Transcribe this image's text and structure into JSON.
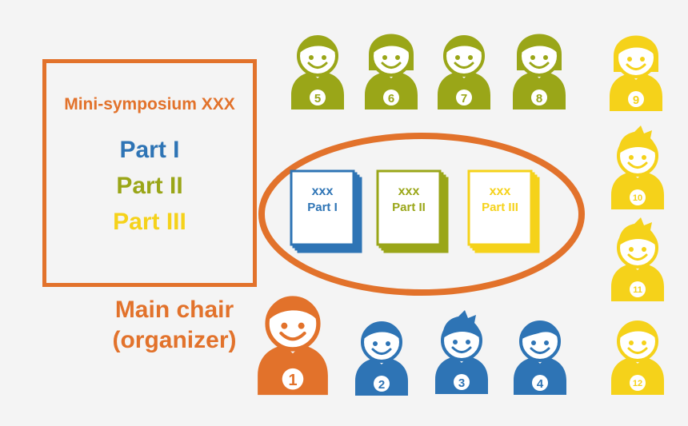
{
  "colors": {
    "orange": "#e2722b",
    "blue": "#2e74b5",
    "green": "#9aa618",
    "yellow": "#f5d21a"
  },
  "panel": {
    "title": "Mini-symposium XXX",
    "parts": [
      {
        "label": "Part I",
        "color": "#2e74b5"
      },
      {
        "label": "Part II",
        "color": "#9aa618"
      },
      {
        "label": "Part III",
        "color": "#f5d21a"
      }
    ]
  },
  "chair_label": {
    "line1": "Main chair",
    "line2": "(organizer)"
  },
  "documents": [
    {
      "title": "xxx",
      "subtitle": "Part I",
      "color": "#2e74b5"
    },
    {
      "title": "xxx",
      "subtitle": "Part II",
      "color": "#9aa618"
    },
    {
      "title": "xxx",
      "subtitle": "Part III",
      "color": "#f5d21a"
    }
  ],
  "people": [
    {
      "number": "1",
      "color": "#e2722b",
      "hair": "short"
    },
    {
      "number": "2",
      "color": "#2e74b5",
      "hair": "short"
    },
    {
      "number": "3",
      "color": "#2e74b5",
      "hair": "spiky"
    },
    {
      "number": "4",
      "color": "#2e74b5",
      "hair": "side"
    },
    {
      "number": "5",
      "color": "#9aa618",
      "hair": "short"
    },
    {
      "number": "6",
      "color": "#9aa618",
      "hair": "long"
    },
    {
      "number": "7",
      "color": "#9aa618",
      "hair": "short"
    },
    {
      "number": "8",
      "color": "#9aa618",
      "hair": "long"
    },
    {
      "number": "9",
      "color": "#f5d21a",
      "hair": "long"
    },
    {
      "number": "10",
      "color": "#f5d21a",
      "hair": "spiky"
    },
    {
      "number": "11",
      "color": "#f5d21a",
      "hair": "spiky"
    },
    {
      "number": "12",
      "color": "#f5d21a",
      "hair": "short"
    }
  ]
}
